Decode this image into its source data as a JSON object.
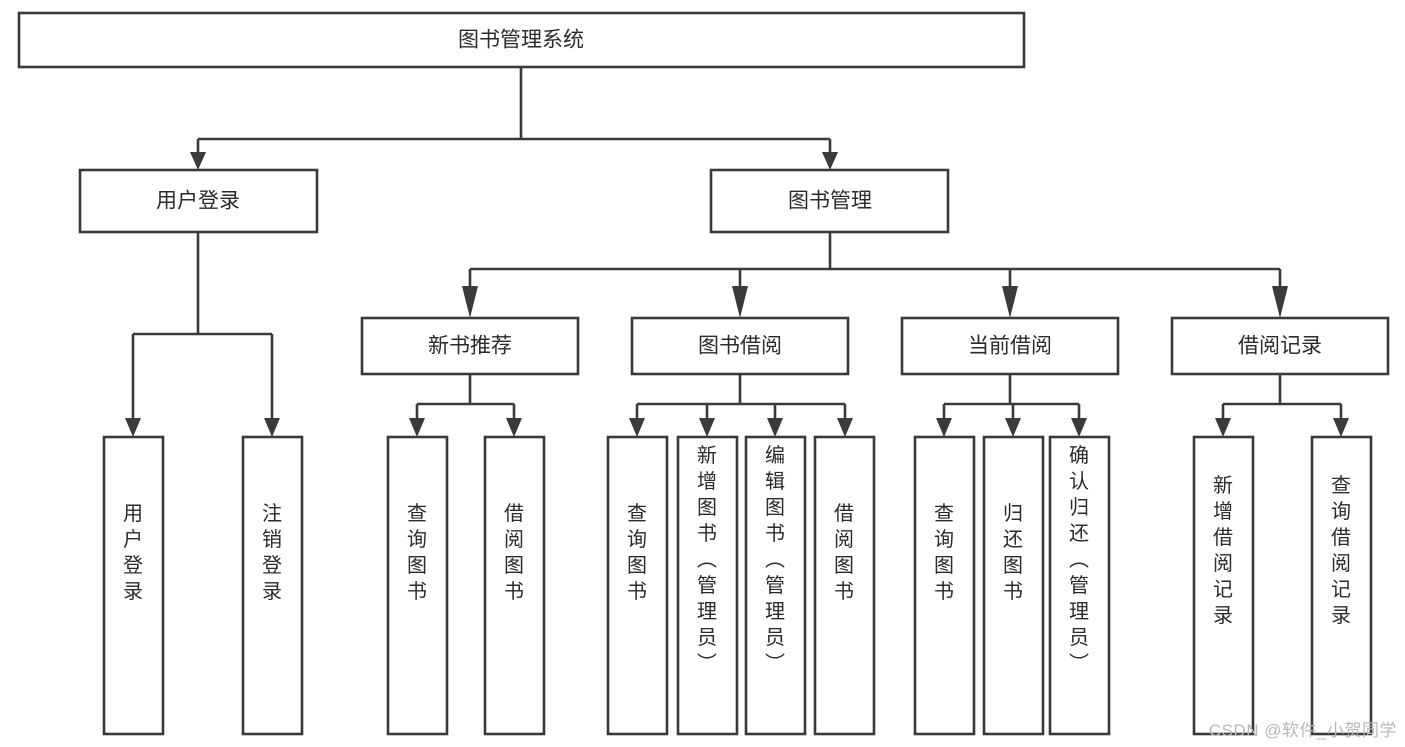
{
  "diagram": {
    "title": "图书管理系统",
    "type": "tree-hierarchy",
    "root": {
      "id": "root",
      "label": "图书管理系统",
      "orientation": "horizontal"
    },
    "level2": [
      {
        "id": "user-login",
        "label": "用户登录",
        "orientation": "horizontal"
      },
      {
        "id": "book-management",
        "label": "图书管理",
        "orientation": "horizontal"
      }
    ],
    "level3": [
      {
        "id": "new-book-recommend",
        "label": "新书推荐",
        "orientation": "horizontal",
        "parent": "book-management"
      },
      {
        "id": "book-borrow",
        "label": "图书借阅",
        "orientation": "horizontal",
        "parent": "book-management"
      },
      {
        "id": "current-borrow",
        "label": "当前借阅",
        "orientation": "horizontal",
        "parent": "book-management"
      },
      {
        "id": "borrow-record",
        "label": "借阅记录",
        "orientation": "horizontal",
        "parent": "book-management"
      }
    ],
    "leaves": [
      {
        "id": "leaf-user-login",
        "label": "用户登录",
        "orientation": "vertical",
        "parent": "user-login"
      },
      {
        "id": "leaf-logout-login",
        "label": "注销登录",
        "orientation": "vertical",
        "parent": "user-login"
      },
      {
        "id": "leaf-query-book-1",
        "label": "查询图书",
        "orientation": "vertical",
        "parent": "new-book-recommend"
      },
      {
        "id": "leaf-borrow-book-1",
        "label": "借阅图书",
        "orientation": "vertical",
        "parent": "new-book-recommend"
      },
      {
        "id": "leaf-query-book-2",
        "label": "查询图书",
        "orientation": "vertical",
        "parent": "book-borrow"
      },
      {
        "id": "leaf-add-book",
        "label": "新增图书（管理员）",
        "orientation": "vertical",
        "parent": "book-borrow"
      },
      {
        "id": "leaf-edit-book",
        "label": "编辑图书（管理员）",
        "orientation": "vertical",
        "parent": "book-borrow"
      },
      {
        "id": "leaf-borrow-book-2",
        "label": "借阅图书",
        "orientation": "vertical",
        "parent": "book-borrow"
      },
      {
        "id": "leaf-query-book-3",
        "label": "查询图书",
        "orientation": "vertical",
        "parent": "current-borrow"
      },
      {
        "id": "leaf-return-book",
        "label": "归还图书",
        "orientation": "vertical",
        "parent": "current-borrow"
      },
      {
        "id": "leaf-confirm-return",
        "label": "确认归还（管理员）",
        "orientation": "vertical",
        "parent": "current-borrow"
      },
      {
        "id": "leaf-add-record",
        "label": "新增借阅记录",
        "orientation": "vertical",
        "parent": "borrow-record"
      },
      {
        "id": "leaf-query-record",
        "label": "查询借阅记录",
        "orientation": "vertical",
        "parent": "borrow-record"
      }
    ],
    "colors": {
      "stroke": "#3a3a3a",
      "fill": "#ffffff",
      "text": "#2b2b2b",
      "watermark": "#b9b9b9",
      "background": "#ffffff"
    }
  },
  "watermark": {
    "text": "CSDN @软件_小贺同学"
  }
}
